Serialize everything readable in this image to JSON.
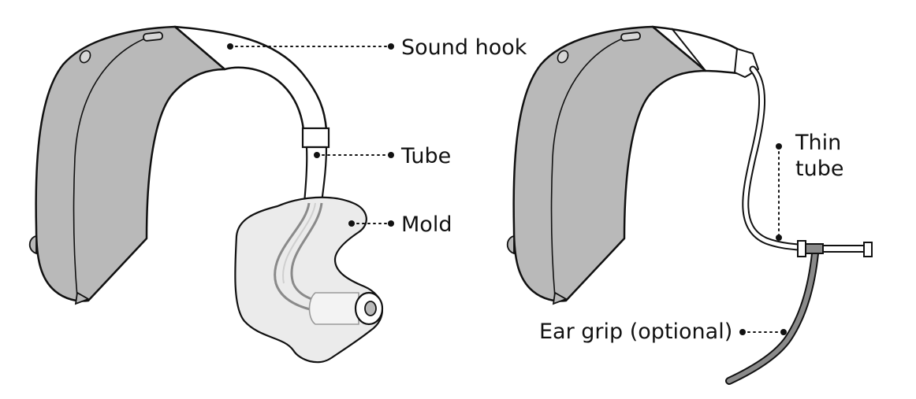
{
  "colors": {
    "body_fill": "#b9b9b9",
    "outline": "#111111",
    "tube_fill": "#ffffff",
    "mold_fill": "#ebebeb",
    "grip_fill": "#8a8a8a",
    "leader_dots": "#111111"
  },
  "left_device": {
    "callouts": {
      "sound_hook": "Sound hook",
      "tube": "Tube",
      "mold": "Mold"
    }
  },
  "right_device": {
    "callouts": {
      "thin_tube_line1": "Thin",
      "thin_tube_line2": "tube",
      "ear_grip": "Ear grip (optional)"
    }
  }
}
